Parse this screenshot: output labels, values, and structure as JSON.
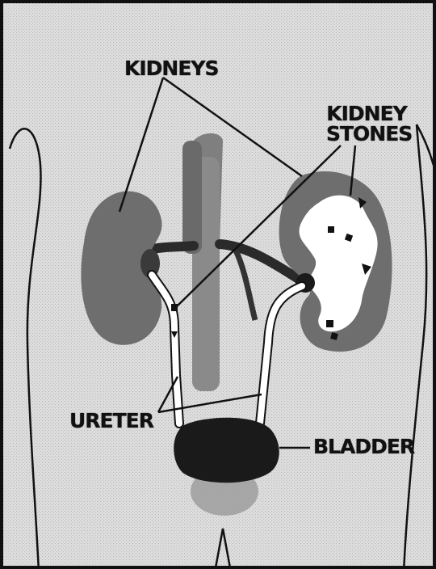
{
  "labels": {
    "kidneys": "KIDNEYS",
    "kidney_stones_line1": "KIDNEY",
    "kidney_stones_line2": "STONES",
    "ureter": "URETER",
    "bladder": "BLADDER"
  },
  "colors": {
    "background": "#d9d9d9",
    "ink": "#111111",
    "kidney": "#6e6e6e",
    "vessel": "#8a8a8a",
    "bladder": "#1a1a1a",
    "stone_interior": "#ffffff"
  }
}
